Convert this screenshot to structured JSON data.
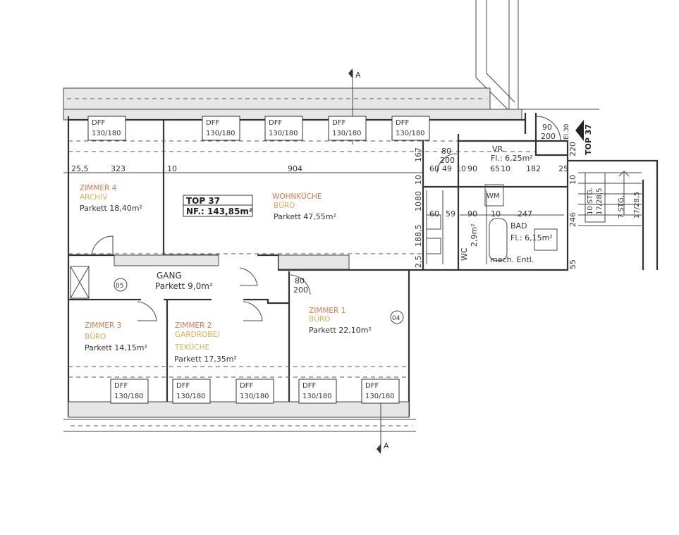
{
  "unit": {
    "label": "TOP 37",
    "area": "NF.: 143,85m²",
    "entry_marker": "TOP 37"
  },
  "rooms": {
    "zimmer4": {
      "name": "ZIMMER 4",
      "use": "ARCHIV",
      "area": "Parkett 18,40m²"
    },
    "wohnkueche": {
      "name": "WOHNKÜCHE",
      "use": "BÜRO",
      "area": "Parkett 47,55m²"
    },
    "gang": {
      "name": "GANG",
      "area": "Parkett 9,0m²"
    },
    "zimmer3": {
      "name": "ZIMMER 3",
      "use": "BÜRO",
      "area": "Parkett 14,15m²"
    },
    "zimmer2": {
      "name": "ZIMMER 2",
      "use": "GARDROBE/",
      "use2": "TEKÜCHE",
      "area": "Parkett 17,35m²"
    },
    "zimmer1": {
      "name": "ZIMMER 1",
      "use": "BÜRO",
      "area": "Parkett 22,10m²"
    },
    "vr": {
      "name": "VR.",
      "area": "Fl.: 6,25m²"
    },
    "bad": {
      "name": "BAD",
      "area": "Fl.: 6,15m²",
      "note": "mech. Entl."
    },
    "wc": {
      "name": "WC",
      "area": "2,9m²"
    },
    "wm": "WM"
  },
  "window_label": {
    "type": "DFF",
    "size": "130/180"
  },
  "section_marker": "A",
  "markers": [
    "05",
    "04"
  ],
  "doors": {
    "d80": "80",
    "d90": "90",
    "h200": "200"
  },
  "stairs": {
    "left": "10 STG.",
    "left_ratio": "17/28,5",
    "right": "7 STG.",
    "right_ratio": "17/28,5",
    "el": "El.30"
  },
  "dimensions": {
    "top": [
      "25,5",
      "323",
      "10",
      "904"
    ],
    "kitchen": [
      "60",
      "49",
      "10",
      "90",
      "65",
      "10",
      "182",
      "25"
    ],
    "kitchen2": [
      "60",
      "59",
      "90",
      "10",
      "247"
    ],
    "vertical": [
      "167",
      "10",
      "80",
      "10",
      "188,5",
      "2,5",
      "220",
      "10",
      "246",
      "55"
    ]
  }
}
